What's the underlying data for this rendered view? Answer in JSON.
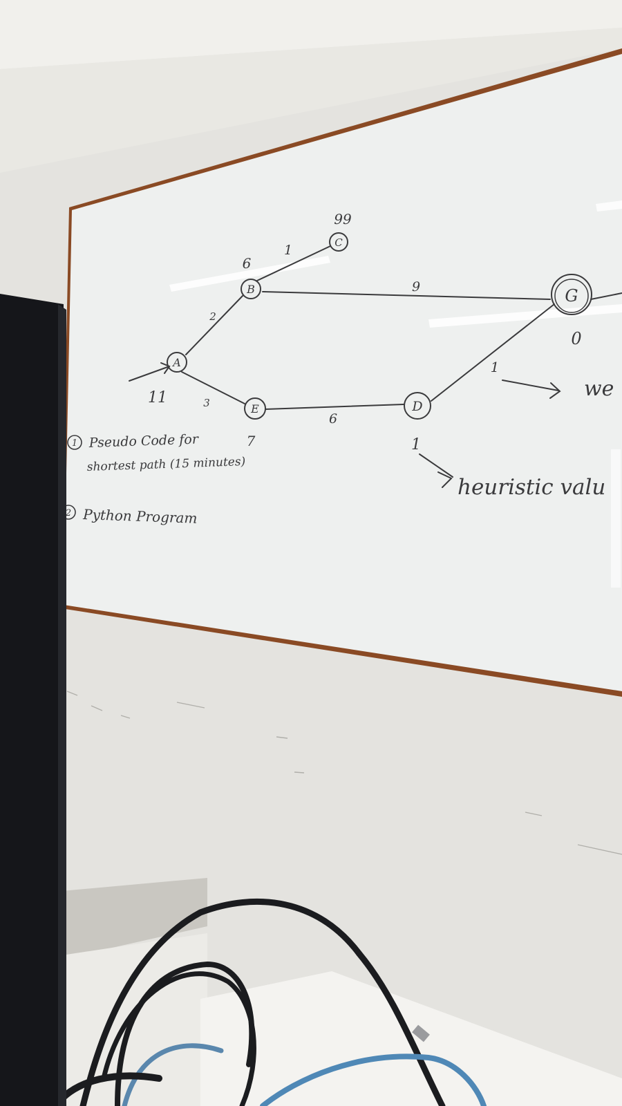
{
  "whiteboard": {
    "graph": {
      "nodes": [
        {
          "id": "A",
          "label": "A",
          "heuristic": "11"
        },
        {
          "id": "B",
          "label": "B",
          "heuristic": "6"
        },
        {
          "id": "C",
          "label": "C",
          "heuristic": "99"
        },
        {
          "id": "E",
          "label": "E",
          "heuristic": "7"
        },
        {
          "id": "D",
          "label": "D",
          "heuristic": "1"
        },
        {
          "id": "G",
          "label": "G",
          "heuristic": "0"
        }
      ],
      "edges": [
        {
          "from": "A",
          "to": "B",
          "weight": "2"
        },
        {
          "from": "B",
          "to": "C",
          "weight": "1"
        },
        {
          "from": "B",
          "to": "G",
          "weight": "9"
        },
        {
          "from": "A",
          "to": "E",
          "weight": "3"
        },
        {
          "from": "E",
          "to": "D",
          "weight": "6"
        },
        {
          "from": "D",
          "to": "G",
          "weight": "1"
        }
      ]
    },
    "annotations": {
      "weight_note": "we",
      "heuristic_note": "heuristic valu"
    },
    "tasks": [
      {
        "number": "1",
        "line1": "Pseudo Code for",
        "line2": "shortest path (15 minutes)"
      },
      {
        "number": "2",
        "line1": "Python Program"
      }
    ]
  },
  "colors": {
    "wall": "#e4e3df",
    "board": "#eef0ef",
    "frame": "#8a4a24",
    "marker": "#3a3a3c",
    "monitor": "#15161a"
  }
}
